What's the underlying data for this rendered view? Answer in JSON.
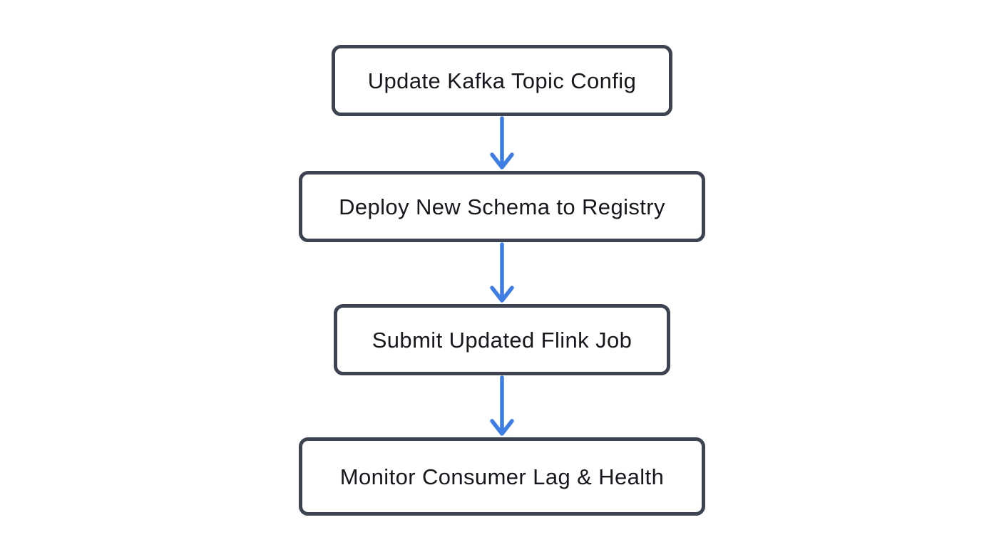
{
  "diagram": {
    "type": "flowchart",
    "direction": "top-down",
    "nodes": [
      {
        "id": "n1",
        "label": "Update Kafka Topic Config"
      },
      {
        "id": "n2",
        "label": "Deploy New Schema to Registry"
      },
      {
        "id": "n3",
        "label": "Submit Updated Flink Job"
      },
      {
        "id": "n4",
        "label": "Monitor Consumer Lag & Health"
      }
    ],
    "edges": [
      {
        "from": "n1",
        "to": "n2"
      },
      {
        "from": "n2",
        "to": "n3"
      },
      {
        "from": "n3",
        "to": "n4"
      }
    ]
  },
  "colors": {
    "background": "#ffffff",
    "node_fill": "#ffffff",
    "node_border": "#3d4351",
    "node_text": "#16181d",
    "arrow": "#3e7de4"
  }
}
